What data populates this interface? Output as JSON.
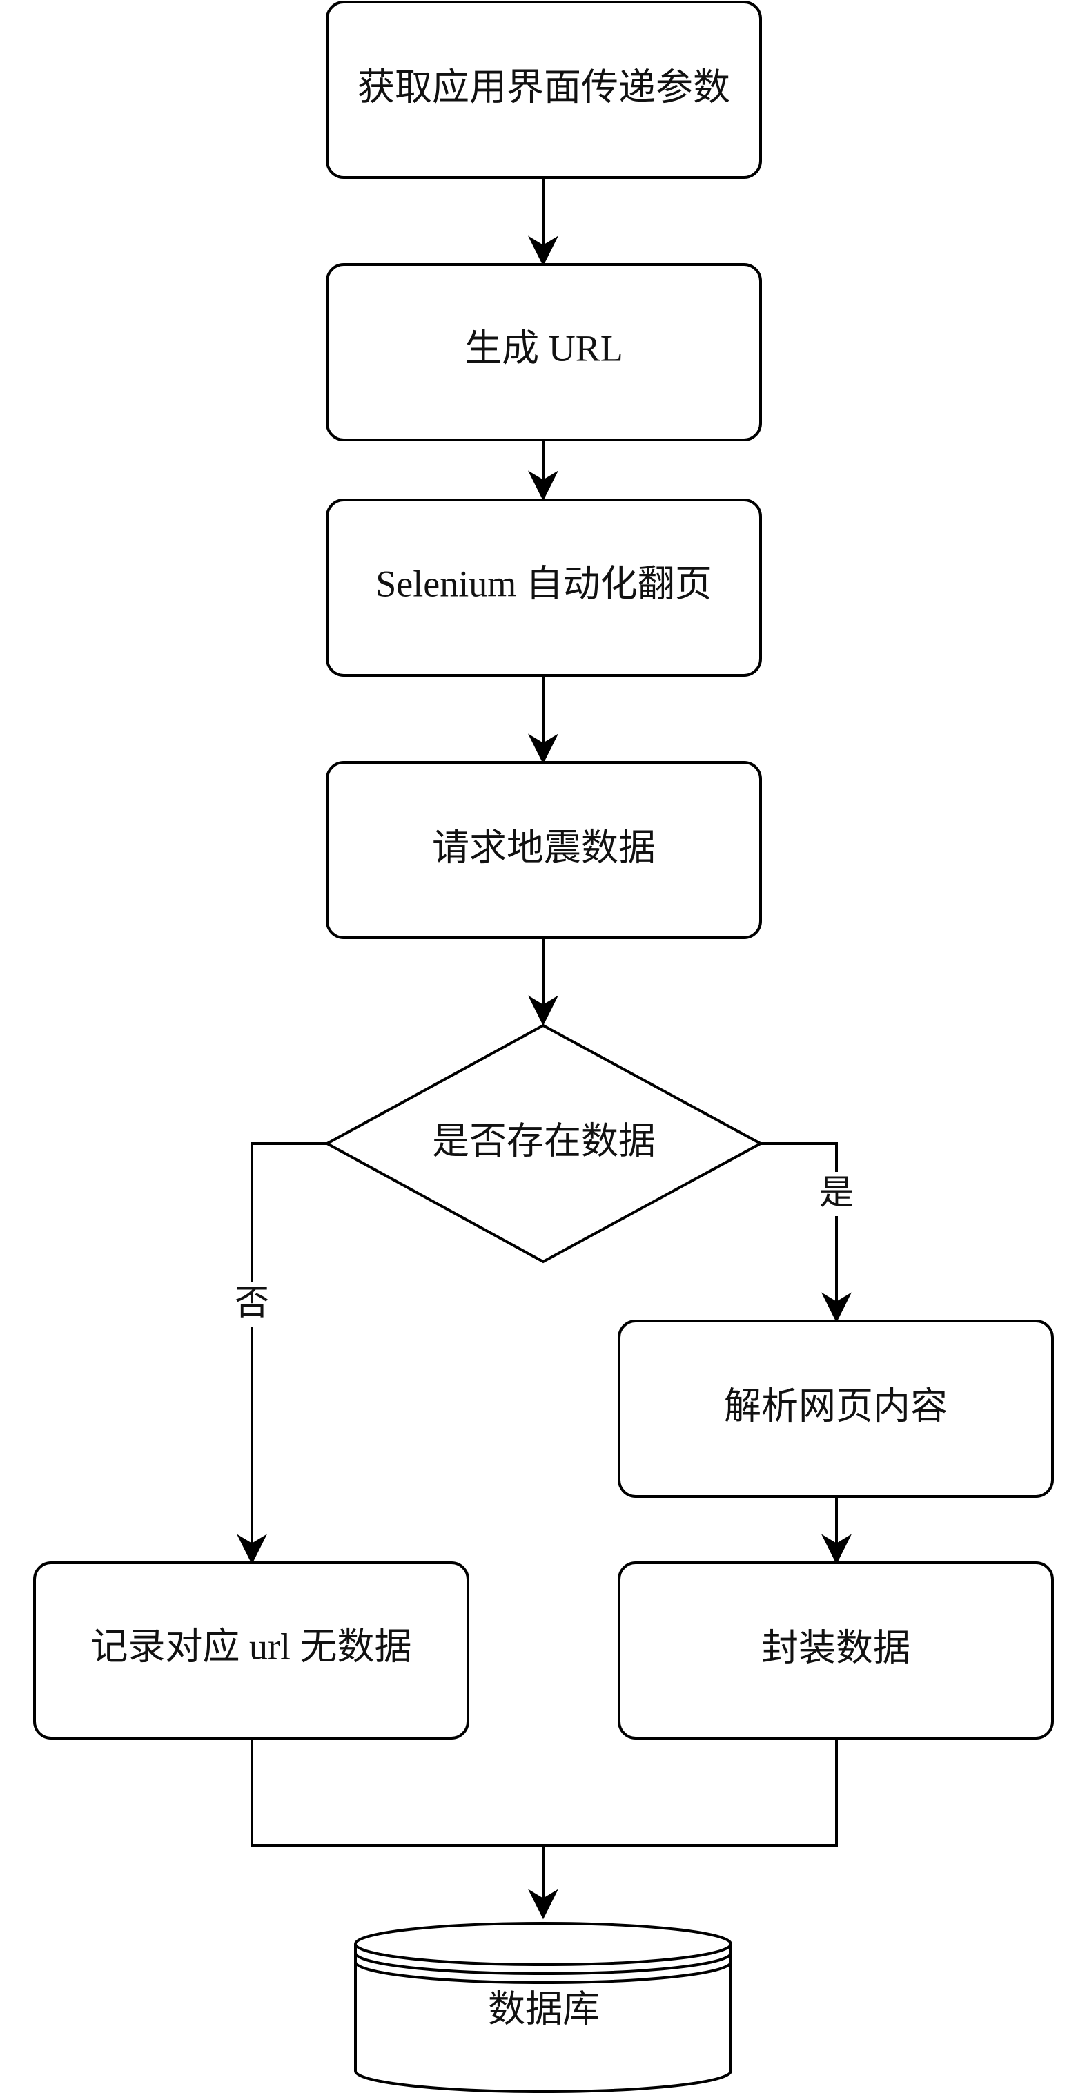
{
  "diagram": {
    "nodes": {
      "get_params": "获取应用界面传递参数",
      "generate_url": "生成 URL",
      "selenium_paging": "Selenium 自动化翻页",
      "request_quake_data": "请求地震数据",
      "has_data": "是否存在数据",
      "parse_content": "解析网页内容",
      "record_no_data": "记录对应 url 无数据",
      "package_data": "封装数据",
      "database": "数据库"
    },
    "labels": {
      "yes": "是",
      "no": "否"
    }
  }
}
